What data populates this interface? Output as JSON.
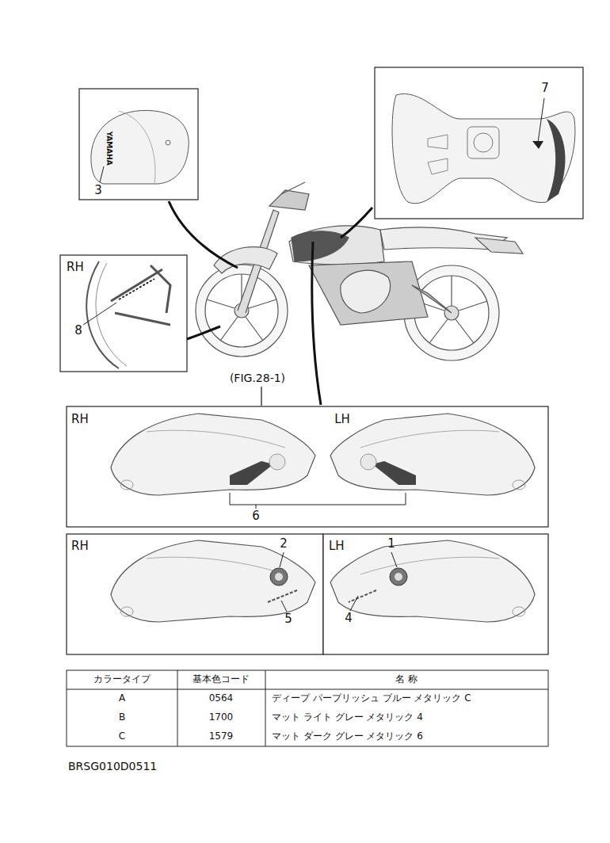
{
  "diagram": {
    "labels": [
      "3",
      "YAMAHA",
      "7",
      "RH",
      "8",
      "(FIG.28-1)",
      "RH",
      "LH",
      "6",
      "RH",
      "2",
      "5",
      "LH",
      "1",
      "4",
      "カラータイプ",
      "基本色コード",
      "名 称",
      "A",
      "0564",
      "ディープ パープリッシュ ブルー メタリック C",
      "B",
      "1700",
      "マット ライト グレー メタリック 4",
      "C",
      "1579",
      "マット ダーク グレー メタリック 6",
      "BRSG010D0511"
    ]
  }
}
